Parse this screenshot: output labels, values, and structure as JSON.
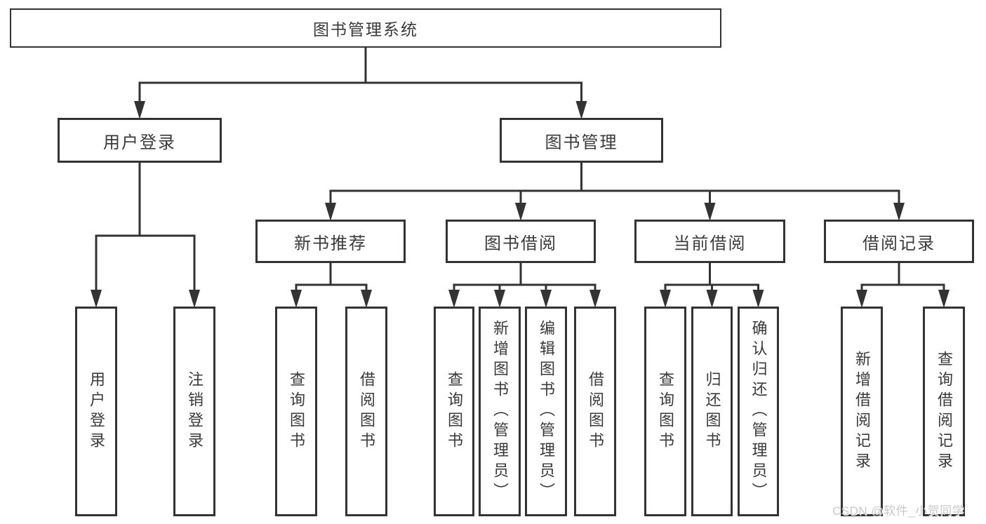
{
  "diagram": {
    "title": "图书管理系统",
    "watermark": "CSDN @软件_小贺同学"
  },
  "colors": {
    "line": "#333333",
    "box_border": "#333333",
    "text": "#3a3a3a",
    "watermark": "#c9c9c9",
    "background": "#ffffff"
  },
  "nodes": [
    {
      "id": "root",
      "label": "图书管理系统",
      "parent": null
    },
    {
      "id": "user-login",
      "label": "用户登录",
      "parent": "root"
    },
    {
      "id": "book-mgmt",
      "label": "图书管理",
      "parent": "root"
    },
    {
      "id": "new-book-rec",
      "label": "新书推荐",
      "parent": "book-mgmt"
    },
    {
      "id": "book-borrow",
      "label": "图书借阅",
      "parent": "book-mgmt"
    },
    {
      "id": "current-borrow",
      "label": "当前借阅",
      "parent": "book-mgmt"
    },
    {
      "id": "borrow-records",
      "label": "借阅记录",
      "parent": "book-mgmt"
    },
    {
      "id": "leaf-user-login",
      "label": "用户登录",
      "parent": "user-login"
    },
    {
      "id": "leaf-logout",
      "label": "注销登录",
      "parent": "user-login"
    },
    {
      "id": "leaf-nbr-query",
      "label": "查询图书",
      "parent": "new-book-rec"
    },
    {
      "id": "leaf-nbr-borrow",
      "label": "借阅图书",
      "parent": "new-book-rec"
    },
    {
      "id": "leaf-bb-query",
      "label": "查询图书",
      "parent": "book-borrow"
    },
    {
      "id": "leaf-bb-add",
      "label": "新增图书（管理员）",
      "parent": "book-borrow"
    },
    {
      "id": "leaf-bb-edit",
      "label": "编辑图书（管理员）",
      "parent": "book-borrow"
    },
    {
      "id": "leaf-bb-borrow",
      "label": "借阅图书",
      "parent": "book-borrow"
    },
    {
      "id": "leaf-cb-query",
      "label": "查询图书",
      "parent": "current-borrow"
    },
    {
      "id": "leaf-cb-return",
      "label": "归还图书",
      "parent": "current-borrow"
    },
    {
      "id": "leaf-cb-confirm",
      "label": "确认归还（管理员）",
      "parent": "current-borrow"
    },
    {
      "id": "leaf-br-add",
      "label": "新增借阅记录",
      "parent": "borrow-records"
    },
    {
      "id": "leaf-br-query",
      "label": "查询借阅记录",
      "parent": "borrow-records"
    }
  ]
}
